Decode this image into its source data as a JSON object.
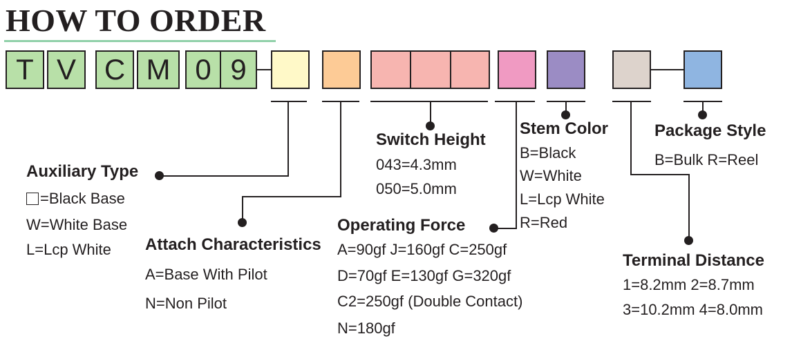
{
  "title": "HOW TO ORDER",
  "code_letters": [
    "T",
    "V",
    "C",
    "M",
    "0",
    "9"
  ],
  "colors": {
    "code_box": "#b8e0a8",
    "auxiliary": "#fff9c8",
    "attach": "#fdcb96",
    "height": "#f7b5b0",
    "force": "#f09ac2",
    "stem": "#9b8cc4",
    "terminal": "#ddd3cc",
    "package": "#8fb5e1",
    "title_rule": "#8fd0a8"
  },
  "auxiliary": {
    "heading": "Auxiliary Type",
    "options": [
      "=Black Base",
      "W=White Base",
      "L=Lcp White"
    ]
  },
  "attach": {
    "heading": "Attach Characteristics",
    "options": [
      "A=Base With Pilot",
      "N=Non Pilot"
    ]
  },
  "height": {
    "heading": "Switch Height",
    "options": [
      "043=4.3mm",
      "050=5.0mm"
    ]
  },
  "force": {
    "heading": "Operating Force",
    "options": [
      "A=90gf J=160gf C=250gf",
      "D=70gf E=130gf G=320gf",
      "C2=250gf (Double Contact)",
      "N=180gf"
    ]
  },
  "stem": {
    "heading": "Stem Color",
    "options": [
      "B=Black",
      "W=White",
      "L=Lcp White",
      "R=Red"
    ]
  },
  "package": {
    "heading": "Package Style",
    "options": [
      "B=Bulk R=Reel"
    ]
  },
  "terminal": {
    "heading": "Terminal Distance",
    "options": [
      "1=8.2mm 2=8.7mm",
      "3=10.2mm 4=8.0mm"
    ]
  }
}
